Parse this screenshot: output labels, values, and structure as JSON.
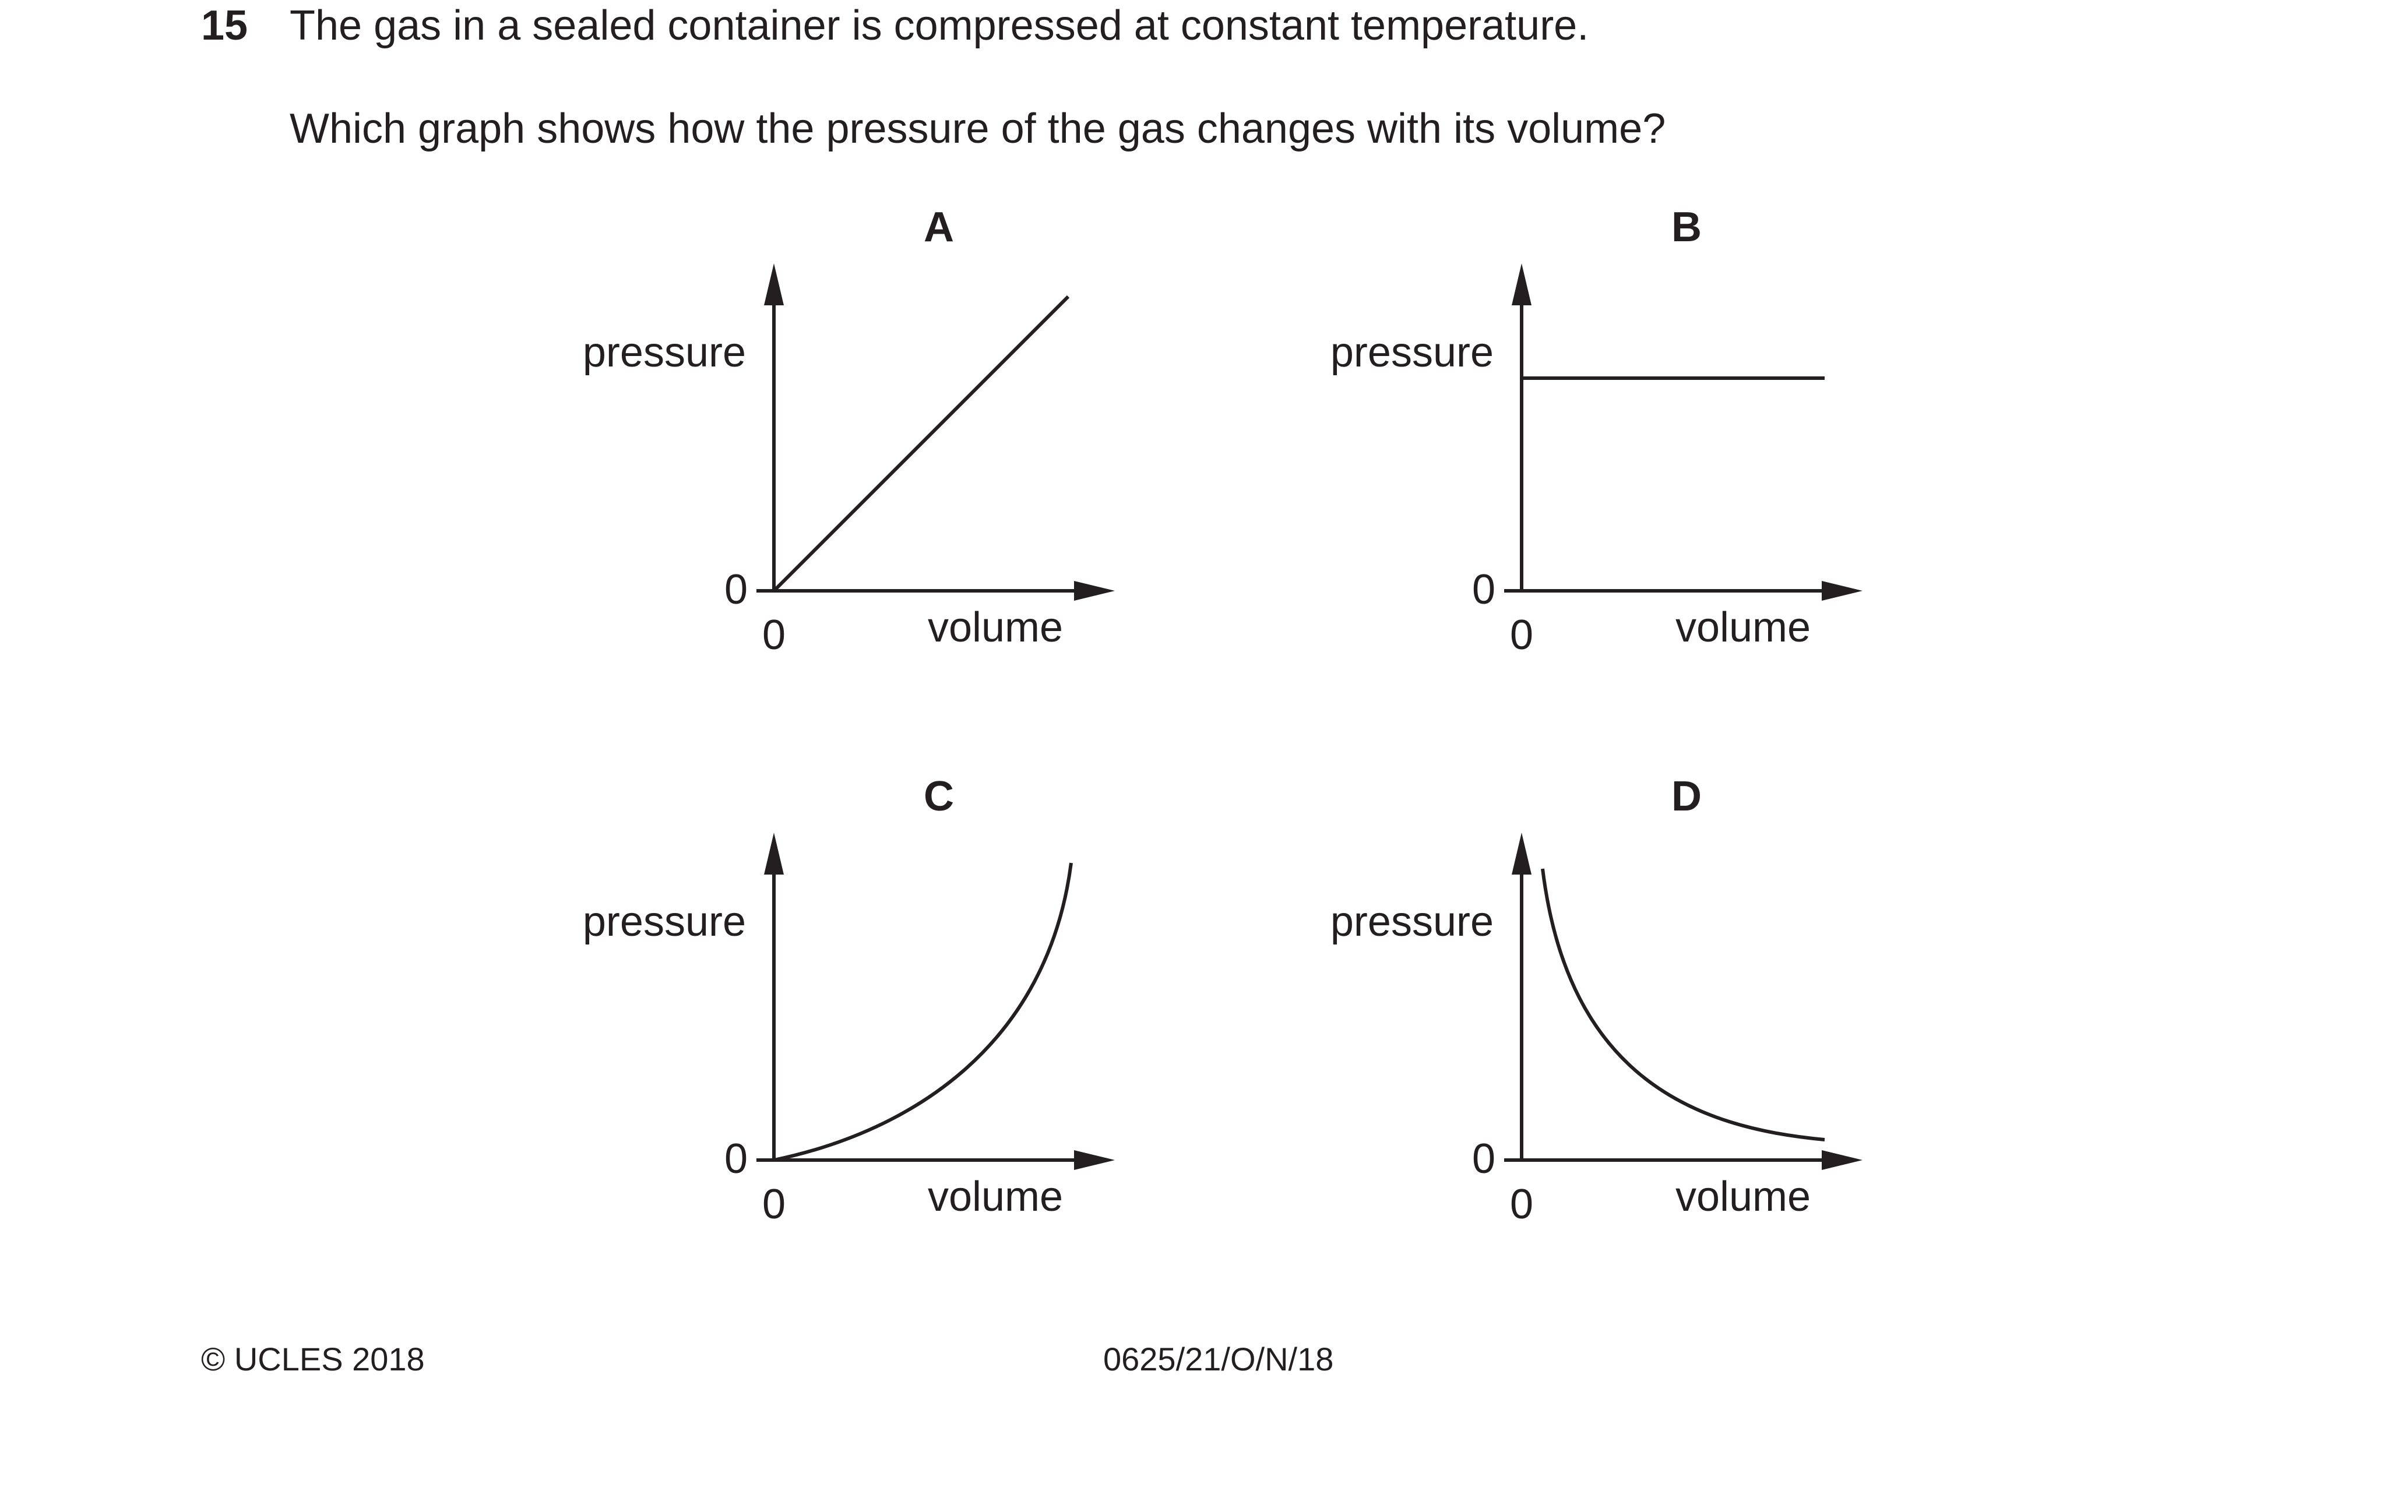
{
  "question": {
    "number": "15",
    "stem": "The gas in a sealed container is compressed at constant temperature.",
    "prompt": "Which graph shows how the pressure of the gas changes with its volume?"
  },
  "options": [
    {
      "letter": "A",
      "ylabel": "pressure",
      "xlabel": "volume",
      "x_origin_label": "0",
      "y_origin_label": "0",
      "curve": "proportional"
    },
    {
      "letter": "B",
      "ylabel": "pressure",
      "xlabel": "volume",
      "x_origin_label": "0",
      "y_origin_label": "0",
      "curve": "constant"
    },
    {
      "letter": "C",
      "ylabel": "pressure",
      "xlabel": "volume",
      "x_origin_label": "0",
      "y_origin_label": "0",
      "curve": "increasing-convex"
    },
    {
      "letter": "D",
      "ylabel": "pressure",
      "xlabel": "volume",
      "x_origin_label": "0",
      "y_origin_label": "0",
      "curve": "inverse"
    }
  ],
  "footer": {
    "copyright": "© UCLES 2018",
    "paper_code": "0625/21/O/N/18"
  },
  "colors": {
    "ink": "#231f20"
  }
}
